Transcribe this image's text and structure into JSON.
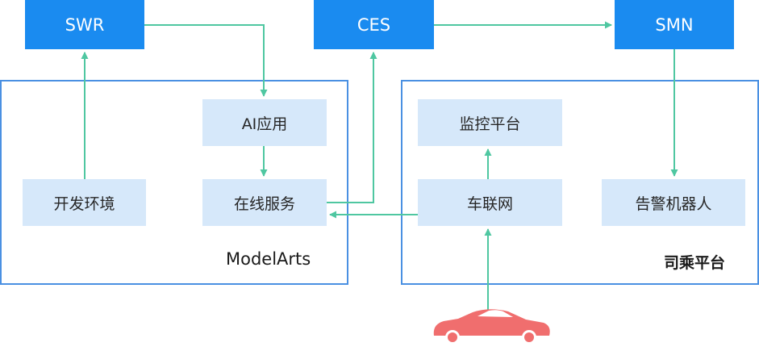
{
  "services": {
    "swr": "SWR",
    "ces": "CES",
    "smn": "SMN"
  },
  "modelarts": {
    "label": "ModelArts",
    "ai_app": "AI应用",
    "dev_env": "开发环境",
    "online_service": "在线服务"
  },
  "sicheng": {
    "label": "司乘平台",
    "monitoring": "监控平台",
    "iov": "车联网",
    "alarm_robot": "告警机器人"
  },
  "colors": {
    "service_fill": "#1a8bf0",
    "frame_border": "#4a90e2",
    "component_fill": "#d6e8fa",
    "arrow": "#4fc7a1",
    "car": "#f06e6e"
  },
  "icons": {
    "vehicle": "car-icon"
  }
}
